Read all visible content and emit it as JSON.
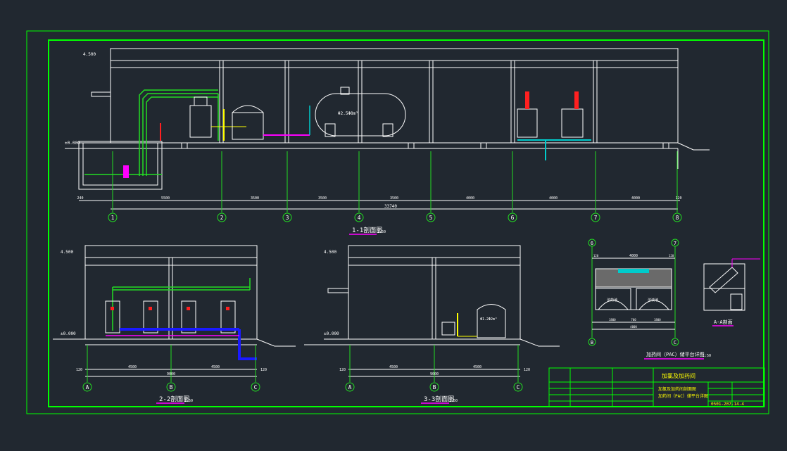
{
  "colors": {
    "background": "#212830",
    "frame": "#00ff00",
    "line": "#ffffff",
    "pipe_green": "#22dd22",
    "pipe_blue": "#1a1aff",
    "pipe_magenta": "#ff00ff",
    "pipe_cyan": "#00cccc",
    "valve_red": "#ff2020",
    "text_yellow": "#ffff00"
  },
  "section_1": {
    "elev_roof": "4.500",
    "elev_ground": "±0.000",
    "axis_labels": [
      "1",
      "2",
      "3",
      "4",
      "5",
      "6",
      "7",
      "8"
    ],
    "span_dims": [
      "240",
      "5500",
      "3500",
      "3500",
      "3500",
      "4000",
      "4000",
      "4000",
      "120"
    ],
    "total_dim": "33740",
    "tank_label": "Φ2.5Φ8m³",
    "title": "1-1剖面图",
    "scale": "1:50"
  },
  "section_2": {
    "elev_roof": "4.500",
    "elev_ground": "±0.000",
    "axis_labels": [
      "A",
      "B",
      "C"
    ],
    "dims": [
      "120",
      "4500",
      "4500",
      "120"
    ],
    "total_dim": "9000",
    "title": "2-2剖面图",
    "scale": "1:50"
  },
  "section_3": {
    "elev_roof": "4.500",
    "elev_ground": "±0.000",
    "axis_labels": [
      "A",
      "B",
      "C"
    ],
    "dims": [
      "120",
      "4500",
      "4500",
      "120"
    ],
    "total_dim": "9000",
    "tank_label": "Φ1.2Φ2m³",
    "title": "3-3剖面图",
    "scale": "1:50"
  },
  "plan_detail": {
    "axis_top": [
      "6",
      "7"
    ],
    "axis_bottom": [
      "B",
      "C"
    ],
    "dims_top": [
      "120",
      "4000",
      "120"
    ],
    "dims_bottom": [
      "1800",
      "700",
      "1800"
    ],
    "total_dim": "4000",
    "cell_labels": [
      "溶药池",
      "溶液池"
    ],
    "title": "加药间（PAC）储平台详图",
    "scale": "1:50"
  },
  "detail_aa": {
    "title": "A-A剖面"
  },
  "title_block": {
    "project": "加氯及加药间",
    "drawing_name_1": "加氯及加药间剖面图",
    "drawing_name_2": "加药间（PAC）储平台详图",
    "drawing_no": "0501-207-14-4"
  }
}
